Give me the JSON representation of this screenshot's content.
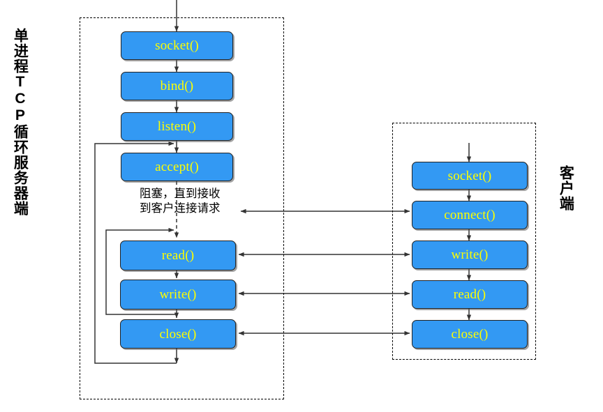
{
  "diagram": {
    "title_left": "单进程TCP循环服务器端",
    "title_right": "客户端",
    "note": "阻塞，直到接收\n到客户连接请求",
    "colors": {
      "box_fill": "#3399f3",
      "box_text": "#ffff00",
      "box_border": "#222222",
      "frame_border": "#000000",
      "arrow": "#333333",
      "background": "#ffffff"
    },
    "server": {
      "label": "单进程TCP循环服务器端",
      "steps": [
        {
          "id": "server-socket",
          "label": "socket()"
        },
        {
          "id": "server-bind",
          "label": "bind()"
        },
        {
          "id": "server-listen",
          "label": "listen()"
        },
        {
          "id": "server-accept",
          "label": "accept()"
        },
        {
          "id": "server-read",
          "label": "read()"
        },
        {
          "id": "server-write",
          "label": "write()"
        },
        {
          "id": "server-close",
          "label": "close()"
        }
      ]
    },
    "client": {
      "label": "客户端",
      "steps": [
        {
          "id": "client-socket",
          "label": "socket()"
        },
        {
          "id": "client-connect",
          "label": "connect()"
        },
        {
          "id": "client-write",
          "label": "write()"
        },
        {
          "id": "client-read",
          "label": "read()"
        },
        {
          "id": "client-close",
          "label": "close()"
        }
      ]
    },
    "links": [
      {
        "id": "link-accept-connect",
        "from": "server-accept",
        "to": "client-connect",
        "style": "bidirectional"
      },
      {
        "id": "link-read-write",
        "from": "server-read",
        "to": "client-write",
        "style": "bidirectional"
      },
      {
        "id": "link-write-read",
        "from": "server-write",
        "to": "client-read",
        "style": "bidirectional"
      },
      {
        "id": "link-close-close",
        "from": "server-close",
        "to": "client-close",
        "style": "bidirectional"
      }
    ],
    "loops": [
      {
        "id": "loop-outer",
        "from": "server-close",
        "to": "server-accept",
        "description": "outer accept loop"
      },
      {
        "id": "loop-inner",
        "from": "server-write",
        "to": "server-read",
        "description": "inner read/write loop"
      }
    ]
  }
}
